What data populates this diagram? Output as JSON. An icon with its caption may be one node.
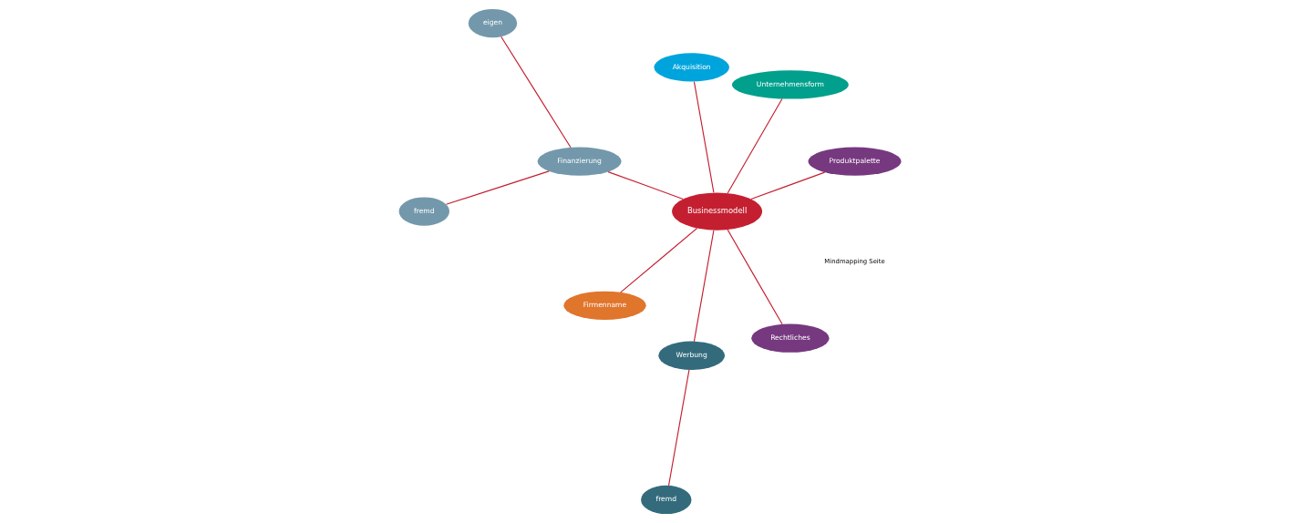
{
  "diagram": {
    "nodes": [
      {
        "text": [
          "Businessmodell"
        ]
      },
      {
        "text": [
          "Produktpalette"
        ]
      },
      {
        "text": [
          "Unternehmensform"
        ]
      },
      {
        "text": [
          "Akquisition"
        ]
      },
      {
        "text": [
          "Finanzierung"
        ]
      },
      {
        "text": [
          "eigen"
        ]
      },
      {
        "text": [
          "fremd"
        ]
      },
      {
        "text": [
          "Firmenname"
        ]
      },
      {
        "text": [
          "Werbung"
        ]
      },
      {
        "text": [
          "fremd"
        ]
      },
      {
        "text": [
          "Rechtliches"
        ]
      }
    ],
    "edges": [
      {
        "from": 0,
        "to": 1,
        "arrow": "none"
      },
      {
        "from": 0,
        "to": 2,
        "arrow": "none"
      },
      {
        "from": 0,
        "to": 3,
        "arrow": "none"
      },
      {
        "from": 0,
        "to": 4,
        "arrow": "none"
      },
      {
        "from": 4,
        "to": 5,
        "arrow": "none"
      },
      {
        "from": 4,
        "to": 6,
        "arrow": "none"
      },
      {
        "from": 0,
        "to": 7,
        "arrow": "none"
      },
      {
        "from": 0,
        "to": 8,
        "arrow": "none"
      },
      {
        "from": 8,
        "to": 9,
        "arrow": "none"
      },
      {
        "from": 0,
        "to": 10,
        "arrow": "none"
      }
    ],
    "labels": [
      "Mindmapping Seite"
    ]
  }
}
